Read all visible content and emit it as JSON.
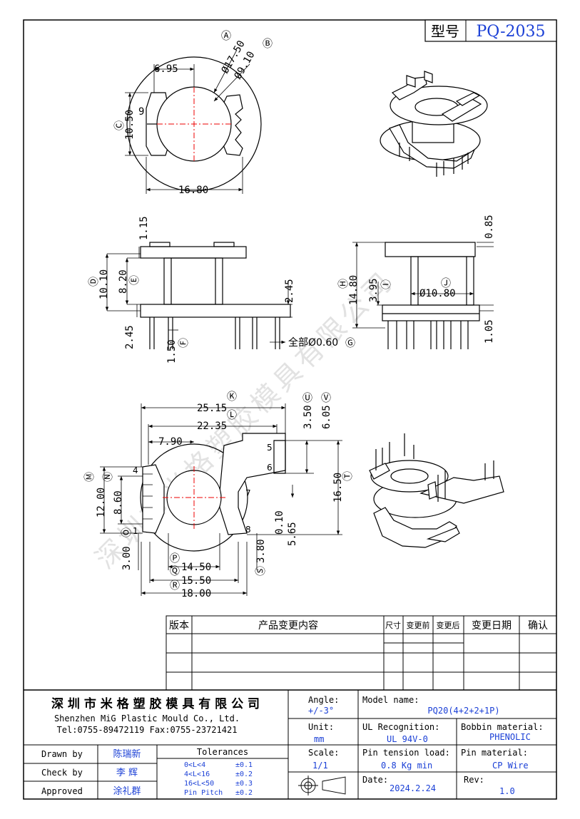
{
  "title_box": {
    "label": "型号",
    "model": "PQ-2035"
  },
  "top_view": {
    "circle_a": "Ⓐ",
    "circle_b": "Ⓑ",
    "circle_c": "Ⓒ",
    "d_a": "Ø17.50",
    "d_b": "Ø9.10",
    "w695": "6.95",
    "h1050": "10.50",
    "w1680": "16.80",
    "pin9": "9"
  },
  "front_view": {
    "d115": "1.15",
    "d1010": "10.10",
    "d820": "8.20",
    "d245a": "2.45",
    "d245b": "2.45",
    "d150": "1.50",
    "all_pin": "全部Ø0.60",
    "cD": "Ⓓ",
    "cE": "Ⓔ",
    "cF": "Ⓕ",
    "cG": "Ⓖ"
  },
  "side_view": {
    "d085": "0.85",
    "d1480": "14.80",
    "d395": "3.95",
    "d1080": "Ø10.80",
    "d105": "1.05",
    "cH": "Ⓗ",
    "cI": "Ⓘ",
    "cJ": "Ⓙ"
  },
  "bottom_view": {
    "d2515": "25.15",
    "d2235": "22.35",
    "d790": "7.90",
    "d350": "3.50",
    "d605": "6.05",
    "d1650": "16.50",
    "d1200": "12.00",
    "d860": "8.60",
    "d010": "0.10",
    "d565": "5.65",
    "d300": "3.00",
    "d380": "3.80",
    "d1450": "14.50",
    "d1550": "15.50",
    "d1800": "18.00",
    "cK": "Ⓚ",
    "cL": "Ⓛ",
    "cU": "Ⓤ",
    "cV": "Ⓥ",
    "cM": "Ⓜ",
    "cN": "Ⓝ",
    "cT": "Ⓣ",
    "cO": "Ⓞ",
    "cS": "Ⓢ",
    "cP": "Ⓟ",
    "cQ": "Ⓠ",
    "cR": "Ⓡ",
    "pins": [
      "1",
      "4",
      "5",
      "6",
      "7",
      "8"
    ]
  },
  "change_table": {
    "headers": [
      "版本",
      "产品变更内容",
      "尺寸",
      "变更前",
      "变更后",
      "变更日期",
      "确认"
    ]
  },
  "title_block": {
    "company_cn": "深 圳 市 米 格 塑 胶 模 具 有 限 公 司",
    "company_en": "Shenzhen MiG Plastic Mould Co., Ltd.",
    "contact": "Tel:0755-89472119   Fax:0755-23721421",
    "angle_label": "Angle:",
    "angle_value": "+/-3°",
    "unit_label": "Unit:",
    "unit_value": "mm",
    "scale_label": "Scale:",
    "scale_value": "1/1",
    "model_label": "Model name:",
    "model_value": "PQ20(4+2+2+1P)",
    "ul_label": "UL Recognition:",
    "ul_value": "UL 94V-0",
    "bobbin_label": "Bobbin material:",
    "bobbin_value": "PHENOLIC",
    "tension_label": "Pin tension load:",
    "tension_value": "0.8 Kg min",
    "pinmat_label": "Pin material:",
    "pinmat_value": "CP Wire",
    "date_label": "Date:",
    "date_value": "2024.2.24",
    "rev_label": "Rev:",
    "rev_value": "1.0",
    "drawn_label": "Drawn by",
    "drawn_name": "陈瑞新",
    "check_label": "Check by",
    "check_name": "李  辉",
    "approved_label": "Approved",
    "approved_name": "涂礼群",
    "tol_title": "Tolerances",
    "tol_rows": [
      {
        "range": "0<L<4",
        "tol": "±0.1"
      },
      {
        "range": "4<L<16",
        "tol": "±0.2"
      },
      {
        "range": "16<L<50",
        "tol": "±0.3"
      },
      {
        "range": "Pin Pitch",
        "tol": "±0.2"
      }
    ]
  },
  "watermark": "深圳市米格塑胶模具有限公司"
}
